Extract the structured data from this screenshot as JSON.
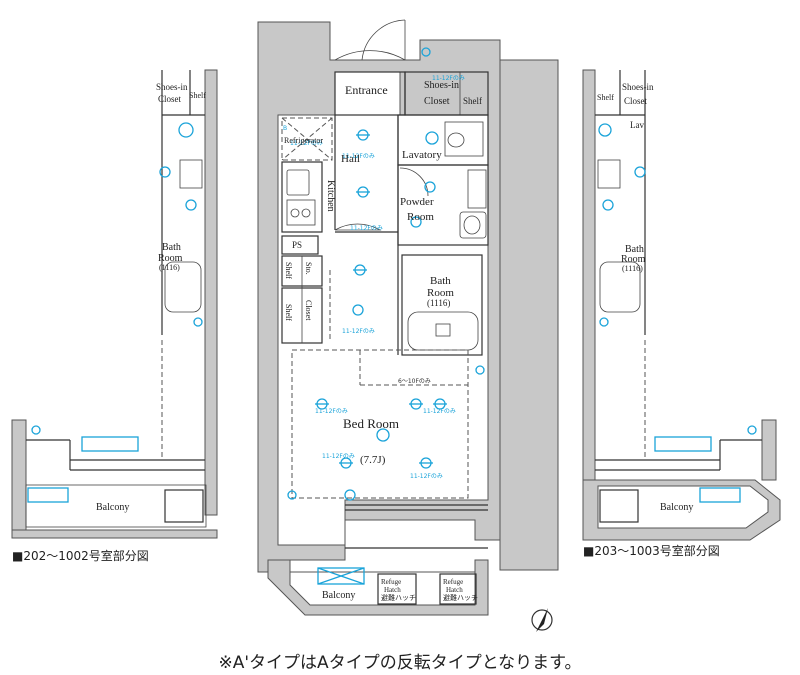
{
  "rooms": {
    "entrance": "Entrance",
    "shoes_in_closet_1": "Shoes-in",
    "shoes_in_closet_2": "Closet",
    "shelf": "Shelf",
    "refrigerator": "Refrigerator",
    "hall": "Hall",
    "lavatory": "Lavatory",
    "kitchen": "Kitchen",
    "powder_room_1": "Powder",
    "powder_room_2": "Room",
    "ps": "PS",
    "sto": "Sto.",
    "closet": "Closet",
    "bath_room_1": "Bath",
    "bath_room_2": "Room",
    "bath_size": "(1116)",
    "bed_room": "Bed Room",
    "bed_room_size": "(7.7J)",
    "balcony": "Balcony",
    "refuge_hatch_1": "Refuge",
    "refuge_hatch_2": "Hatch",
    "refuge_hatch_3": "避難ハッチ"
  },
  "left_plan": {
    "balcony": "Balcony",
    "bath_room_1": "Bath",
    "bath_room_2": "Room",
    "bath_size": "(1116)",
    "shoes_in": "Shoes-in",
    "closet": "Closet",
    "shelf": "Shelf",
    "caption": "■202～1002号室部分図"
  },
  "right_plan": {
    "balcony": "Balcony",
    "bath_room_1": "Bath",
    "bath_room_2": "Room",
    "bath_size": "(1116)",
    "shoes_in": "Shoes-in",
    "closet": "Closet",
    "shelf": "Shelf",
    "lavatory": "Lav",
    "caption": "■203～1003号室部分図"
  },
  "annotations": {
    "ceiling_1": "6～10Fのみ",
    "ceiling_2": "11-12Fのみ"
  },
  "footnote": "※A'タイプはAタイプの反転タイプとなります。"
}
